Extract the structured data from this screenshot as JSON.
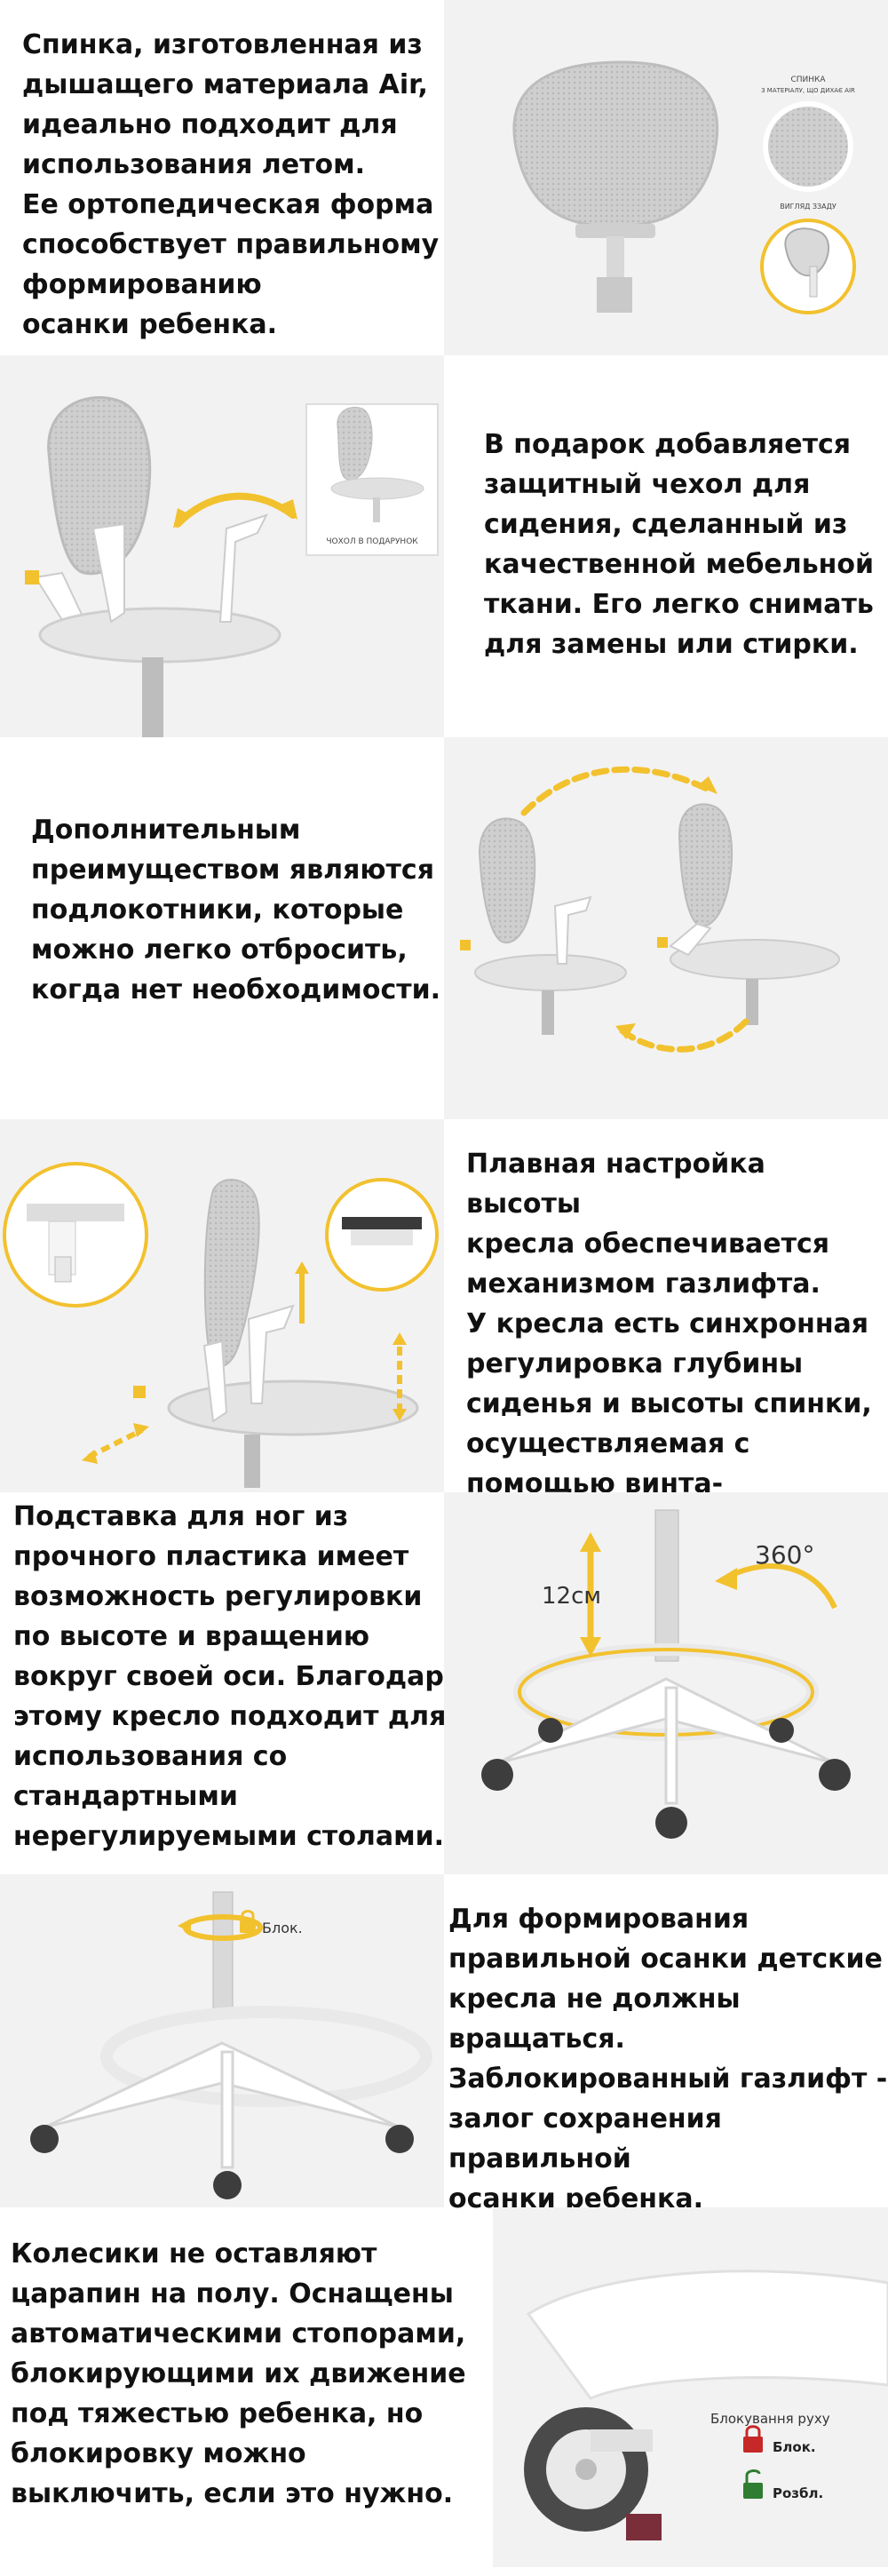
{
  "sections": [
    {
      "id": "backrest",
      "text": "Спинка, изготовленная из\nдышащего материала Air,\nидеально подходит для\nиспользования летом.\nЕе ортопедическая форма\nспособствует правильному\nформированию\nосанки ребенка.",
      "captions": [
        "СПИНКА",
        "З МАТЕРІАЛУ, ЩО ДИХАЄ AIR",
        "ВИГЛЯД ЗЗАДУ"
      ]
    },
    {
      "id": "cover",
      "text": "В подарок добавляется\nзащитный чехол для\nсидения, сделанный из\nкачественной мебельной\nткани. Его легко снимать\nдля замены или стирки.",
      "captions": [
        "ЧОХОЛ В ПОДАРУНОК"
      ]
    },
    {
      "id": "armrests",
      "text": "Дополнительным\nпреимуществом являются\nподлокотники, которые\nможно легко отбросить,\nкогда нет необходимости."
    },
    {
      "id": "height",
      "text": "Плавная настройка высоты\nкресла обеспечивается\nмеханизмом газлифта.\nУ кресла есть синхронная\nрегулировка глубины\nсиденья и высоты спинки,\nосуществляемая с\nпомощью винта-фиксатора."
    },
    {
      "id": "footrest",
      "text": "Подставка для ног из\nпрочного пластика имеет\nвозможность регулировки\nпо высоте и вращению\nвокруг своей оси. Благодаря\nэтому кресло подходит для\nиспользования со\nстандартными\nнерегулируемыми столами.",
      "captions": [
        "12см",
        "360°"
      ]
    },
    {
      "id": "lock",
      "text": "Для формирования\nправильной осанки детские\nкресла не должны вращаться.\nЗаблокированный газлифт -\nзалог сохранения правильной\nосанки ребенка.",
      "captions": [
        "Блок."
      ]
    },
    {
      "id": "wheels",
      "text": "Колесики не оставляют\nцарапин на полу. Оснащены\nавтоматическими стопорами,\nблокирующими их движение\nпод тяжестью ребенка, но\nблокировку можно\nвыключить, если это нужно.",
      "captions": [
        "Блокування руху",
        "Блок.",
        "Розбл."
      ]
    }
  ],
  "colors": {
    "accent": "#f2c12e",
    "panel": "#f2f2f2",
    "mesh": "#c9c9c9",
    "frame": "#ffffff",
    "lock_red": "#c62828",
    "unlock_green": "#2e7d32"
  }
}
